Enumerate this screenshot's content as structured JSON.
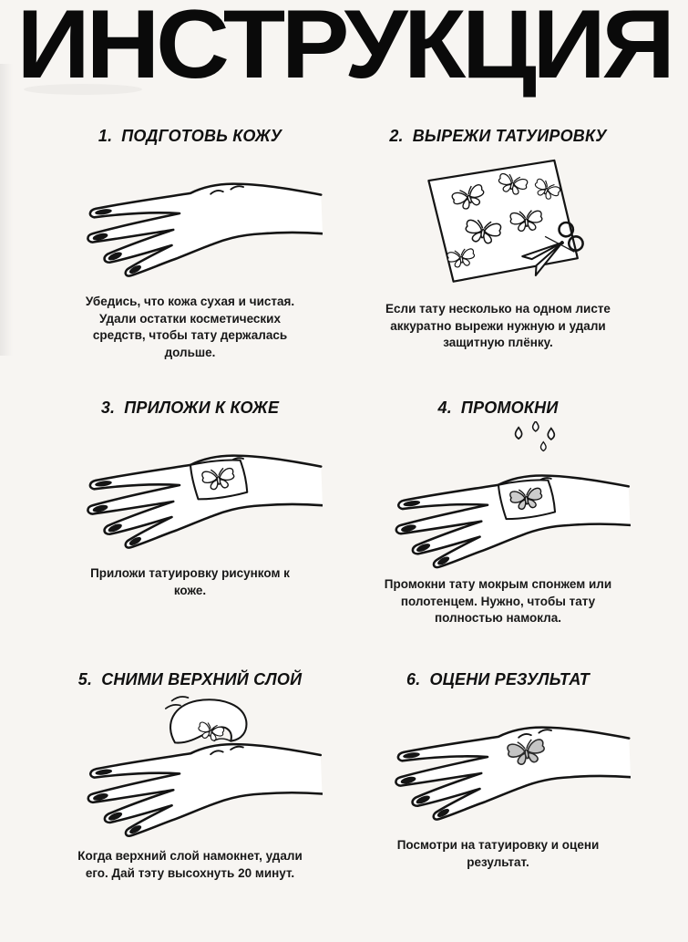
{
  "page": {
    "title": "ИНСТРУКЦИЯ"
  },
  "palette": {
    "ink": "#141414",
    "paper": "#f7f5f2",
    "tattoo_gray": "#c4c4c4"
  },
  "steps": [
    {
      "number": "1.",
      "title": "ПОДГОТОВЬ КОЖУ",
      "description": "Убедись, что кожа сухая и чистая. Удали остатки косметических средств, чтобы тату держалась дольше.",
      "illustration": "hand"
    },
    {
      "number": "2.",
      "title": "ВЫРЕЖИ ТАТУИРОВКУ",
      "description": "Если тату несколько на одном листе аккуратно вырежи нужную и удали защитную плёнку.",
      "illustration": "sheet-with-butterflies-and-scissors"
    },
    {
      "number": "3.",
      "title": "ПРИЛОЖИ К КОЖЕ",
      "description": "Приложи татуировку рисунком к коже.",
      "illustration": "hand-with-tattoo-paper"
    },
    {
      "number": "4.",
      "title": "ПРОМОКНИ",
      "description": "Промокни тату мокрым спонжем или полотенцем. Нужно, чтобы тату полностью намокла.",
      "illustration": "hand-with-paper-and-water-drops"
    },
    {
      "number": "5.",
      "title": "СНИМИ ВЕРХНИЙ СЛОЙ",
      "description": "Когда верхний слой намокнет, удали его. Дай тэту высохнуть 20 минут.",
      "illustration": "hand-peeling-top-layer"
    },
    {
      "number": "6.",
      "title": "ОЦЕНИ РЕЗУЛЬТАТ",
      "description": "Посмотри на татуировку и оцени результат.",
      "illustration": "hand-with-finished-tattoo"
    }
  ]
}
